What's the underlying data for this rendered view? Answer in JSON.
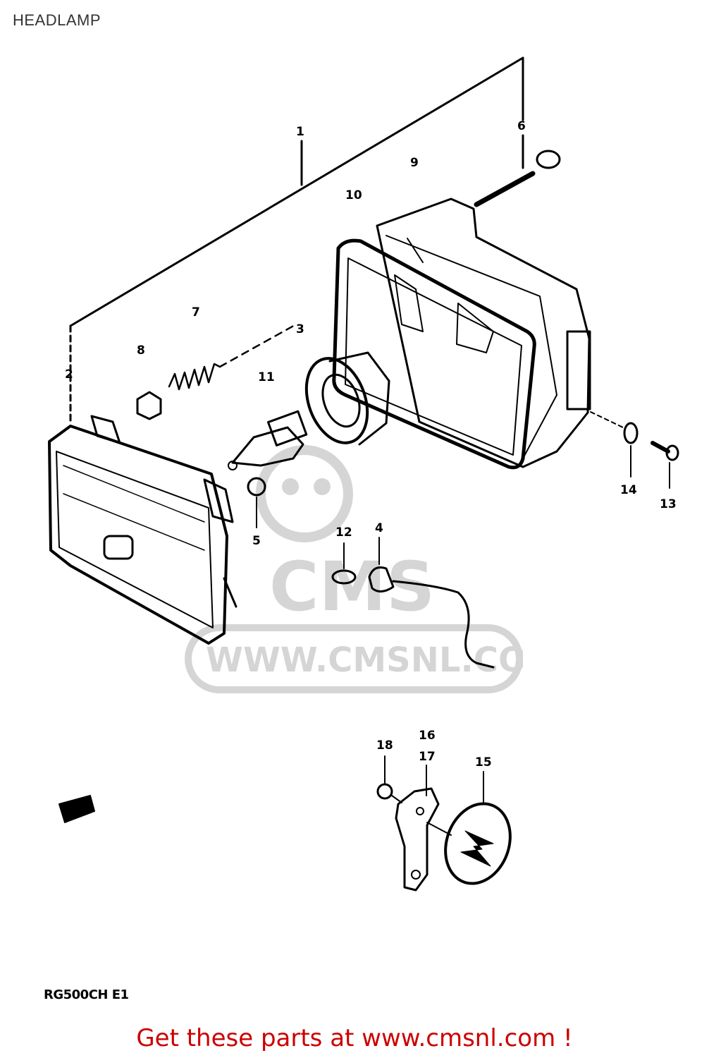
{
  "header": {
    "title": "HEADLAMP"
  },
  "callouts": {
    "c1": "1",
    "c2": "2",
    "c3": "3",
    "c4": "4",
    "c5": "5",
    "c6": "6",
    "c7": "7",
    "c8": "8",
    "c9": "9",
    "c10": "10",
    "c11": "11",
    "c12": "12",
    "c13": "13",
    "c14": "14",
    "c15": "15",
    "c16": "16",
    "c17": "17",
    "c18": "18"
  },
  "watermark": {
    "url": "WWW.CMSNL.COM",
    "brand": "CMS"
  },
  "footer": {
    "model_code": "RG500CH E1",
    "cta": "Get these parts at www.cmsnl.com !"
  }
}
